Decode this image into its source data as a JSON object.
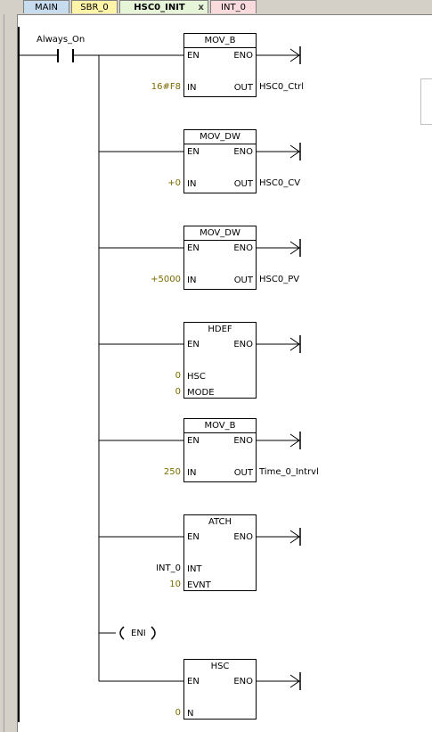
{
  "tabs": [
    {
      "label": "MAIN",
      "color": "#c8dcf0",
      "selected": false
    },
    {
      "label": "SBR_0",
      "color": "#fff4a8",
      "selected": false
    },
    {
      "label": "HSC0_INIT",
      "color": "#e6f5d8",
      "selected": true,
      "closable": true,
      "close_label": "x"
    },
    {
      "label": "INT_0",
      "color": "#fadadd",
      "selected": false
    }
  ],
  "rung": {
    "contact_label": "Always_On",
    "eni_label": "ENI"
  },
  "boxes": [
    {
      "title": "MOV_B",
      "pins_left": [
        "EN",
        "IN"
      ],
      "pins_right": [
        "ENO",
        "OUT"
      ],
      "input_values": [
        "16#F8"
      ],
      "output_values": [
        "HSC0_Ctrl"
      ]
    },
    {
      "title": "MOV_DW",
      "pins_left": [
        "EN",
        "IN"
      ],
      "pins_right": [
        "ENO",
        "OUT"
      ],
      "input_values": [
        "+0"
      ],
      "output_values": [
        "HSC0_CV"
      ]
    },
    {
      "title": "MOV_DW",
      "pins_left": [
        "EN",
        "IN"
      ],
      "pins_right": [
        "ENO",
        "OUT"
      ],
      "input_values": [
        "+5000"
      ],
      "output_values": [
        "HSC0_PV"
      ]
    },
    {
      "title": "HDEF",
      "pins_left": [
        "EN",
        "HSC",
        "MODE"
      ],
      "pins_right": [
        "ENO"
      ],
      "input_values": [
        "0",
        "0"
      ],
      "output_values": []
    },
    {
      "title": "MOV_B",
      "pins_left": [
        "EN",
        "IN"
      ],
      "pins_right": [
        "ENO",
        "OUT"
      ],
      "input_values": [
        "250"
      ],
      "output_values": [
        "Time_0_Intrvl"
      ]
    },
    {
      "title": "ATCH",
      "pins_left": [
        "EN",
        "INT",
        "EVNT"
      ],
      "pins_right": [
        "ENO"
      ],
      "input_values": [
        "INT_0",
        "10"
      ],
      "output_values": []
    },
    {
      "title": "HSC",
      "pins_left": [
        "EN",
        "N"
      ],
      "pins_right": [
        "ENO"
      ],
      "input_values": [
        "0"
      ],
      "output_values": []
    }
  ],
  "colors": {
    "operand_constant": "#7a6a00",
    "operand_symbol": "#000000",
    "line": "#000000"
  }
}
